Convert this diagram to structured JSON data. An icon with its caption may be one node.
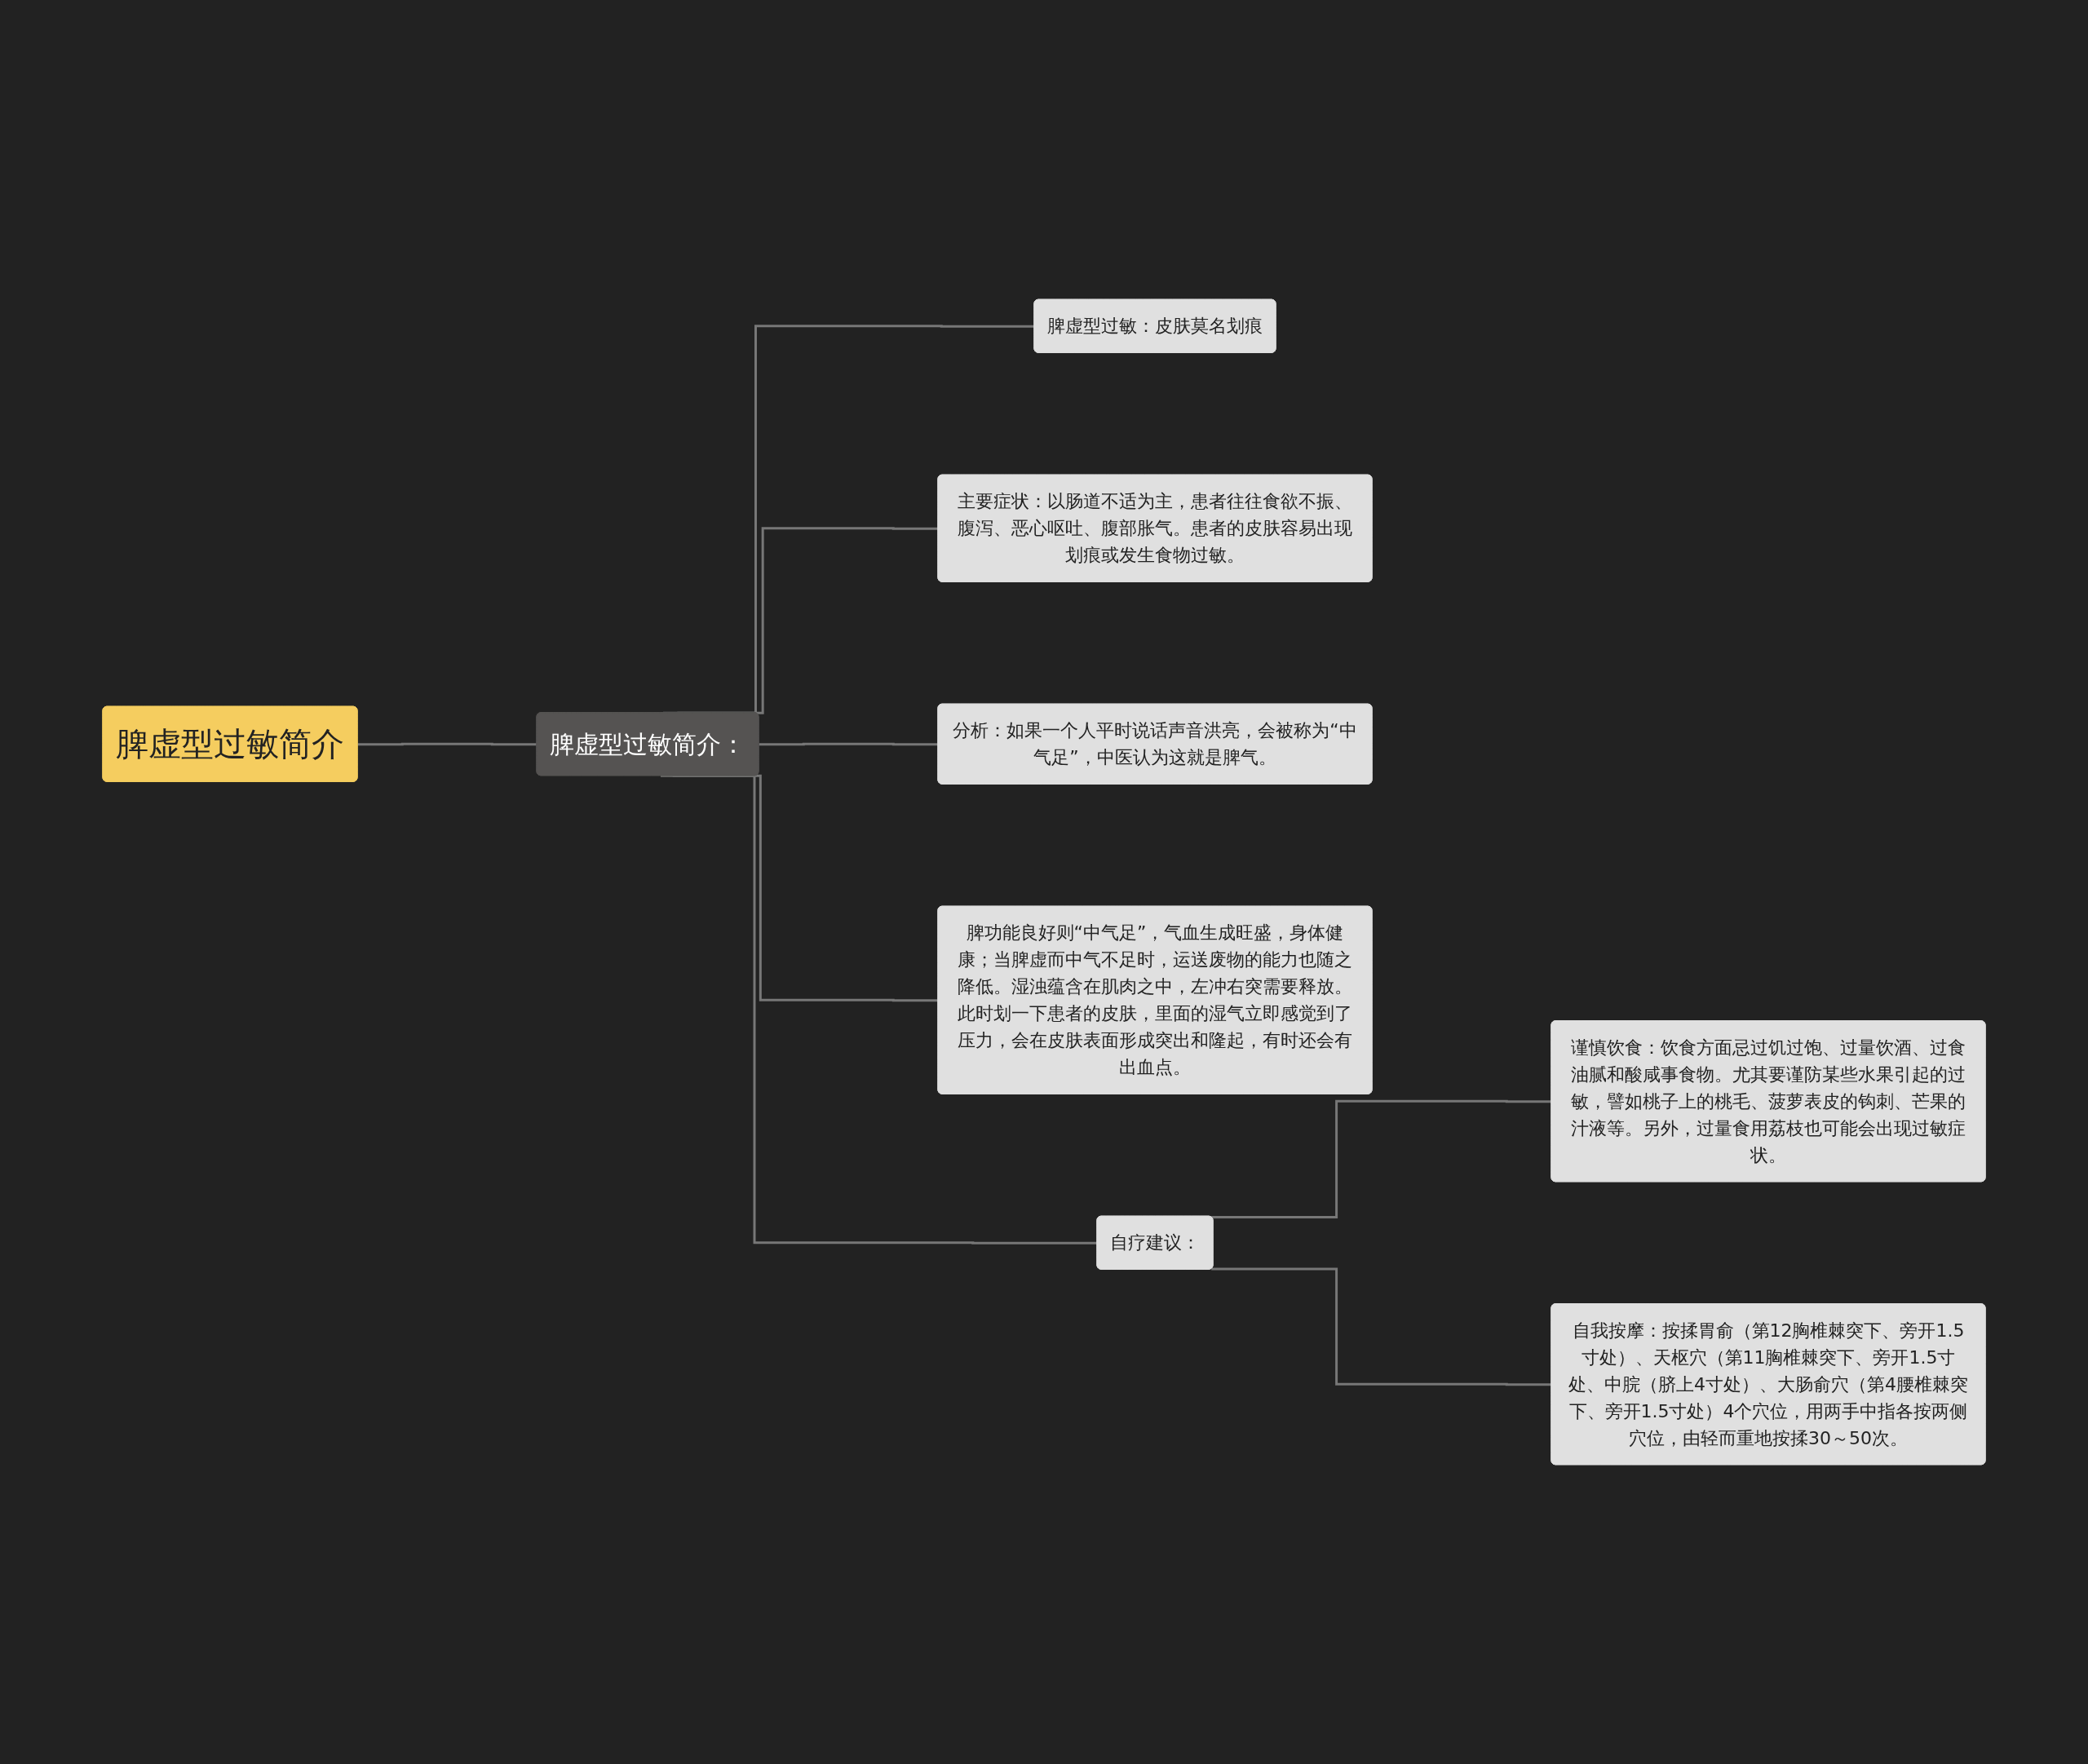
{
  "diagram": {
    "nodes": [
      {
        "text": [
          "脾虚型过敏简介"
        ]
      },
      {
        "text": [
          "脾虚型过敏简介："
        ]
      },
      {
        "text": [
          "脾虚型过敏：皮肤莫名划痕"
        ]
      },
      {
        "text": [
          "主要症状：以肠道不适为主，患者往往食欲不振、腹泻、恶心呕吐、腹部胀气。患者的皮肤容易出现划痕或发生食物过敏。"
        ]
      },
      {
        "text": [
          "分析：如果一个人平时说话声音洪亮，会被称为“中气足”，中医认为这就是脾气。"
        ]
      },
      {
        "text": [
          "脾功能良好则“中气足”，气血生成旺盛，身体健康；当脾虚而中气不足时，运送废物的能力也随之降低。湿浊蕴含在肌肉之中，左冲右突需要释放。此时划一下患者的皮肤，里面的湿气立即感觉到了压力，会在皮肤表面形成突出和隆起，有时还会有出血点。"
        ]
      },
      {
        "text": [
          "自疗建议："
        ]
      },
      {
        "text": [
          "谨慎饮食：饮食方面忌过饥过饱、过量饮酒、过食油腻和酸咸事食物。尤其要谨防某些水果引起的过敏，譬如桃子上的桃毛、菠萝表皮的钩刺、芒果的汁液等。另外，过量食用荔枝也可能会出现过敏症状。"
        ]
      },
      {
        "text": [
          "自我按摩：按揉胃俞（第12胸椎棘突下、旁开1.5寸处）、天枢穴（第11胸椎棘突下、旁开1.5寸处、中脘（脐上4寸处）、大肠俞穴（第4腰椎棘突下、旁开1.5寸处）4个穴位，用两手中指各按两侧穴位，由轻而重地按揉30～50次。"
        ]
      }
    ],
    "edges": [
      {
        "from": 0,
        "to": 1,
        "arrow": "none"
      },
      {
        "from": 1,
        "to": 2,
        "arrow": "none"
      },
      {
        "from": 1,
        "to": 3,
        "arrow": "none"
      },
      {
        "from": 1,
        "to": 4,
        "arrow": "none"
      },
      {
        "from": 1,
        "to": 5,
        "arrow": "none"
      },
      {
        "from": 1,
        "to": 6,
        "arrow": "none"
      },
      {
        "from": 6,
        "to": 7,
        "arrow": "none"
      },
      {
        "from": 6,
        "to": 8,
        "arrow": "none"
      }
    ]
  }
}
